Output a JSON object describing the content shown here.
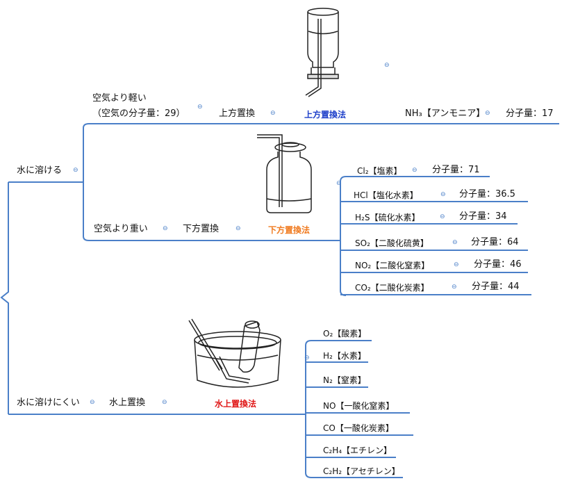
{
  "branches": {
    "soluble": "水に溶ける",
    "insoluble": "水に溶けにくい"
  },
  "upper": {
    "condition_line1": "空気より軽い",
    "condition_line2": "（空気の分子量：29）",
    "method": "上方置換",
    "method_title": "上方置換法",
    "gases": [
      {
        "name": "NH₃【アンモニア】",
        "mw": "分子量：17"
      }
    ]
  },
  "lower": {
    "condition": "空気より重い",
    "method": "下方置換",
    "method_title": "下方置換法",
    "gases": [
      {
        "name": "Cl₂【塩素】",
        "mw": "分子量：71"
      },
      {
        "name": "HCl【塩化水素】",
        "mw": "分子量：36.5"
      },
      {
        "name": "H₂S【硫化水素】",
        "mw": "分子量：34"
      },
      {
        "name": "SO₂【二酸化硫黄】",
        "mw": "分子量：64"
      },
      {
        "name": "NO₂【二酸化窒素】",
        "mw": "分子量：46"
      },
      {
        "name": "CO₂【二酸化炭素】",
        "mw": "分子量：44"
      }
    ]
  },
  "water": {
    "method": "水上置換",
    "method_title": "水上置換法",
    "gases": [
      "O₂【酸素】",
      "H₂【水素】",
      "N₂【窒素】",
      "NO【一酸化窒素】",
      "CO【一酸化炭素】",
      "C₂H₄【エチレン】",
      "C₂H₂【アセチレン】"
    ]
  },
  "collapse_glyph": "⊖",
  "colors": {
    "line": "#4a7fc8",
    "upper_title": "#1d3fc9",
    "lower_title": "#f07a1f",
    "water_title": "#e01818"
  }
}
